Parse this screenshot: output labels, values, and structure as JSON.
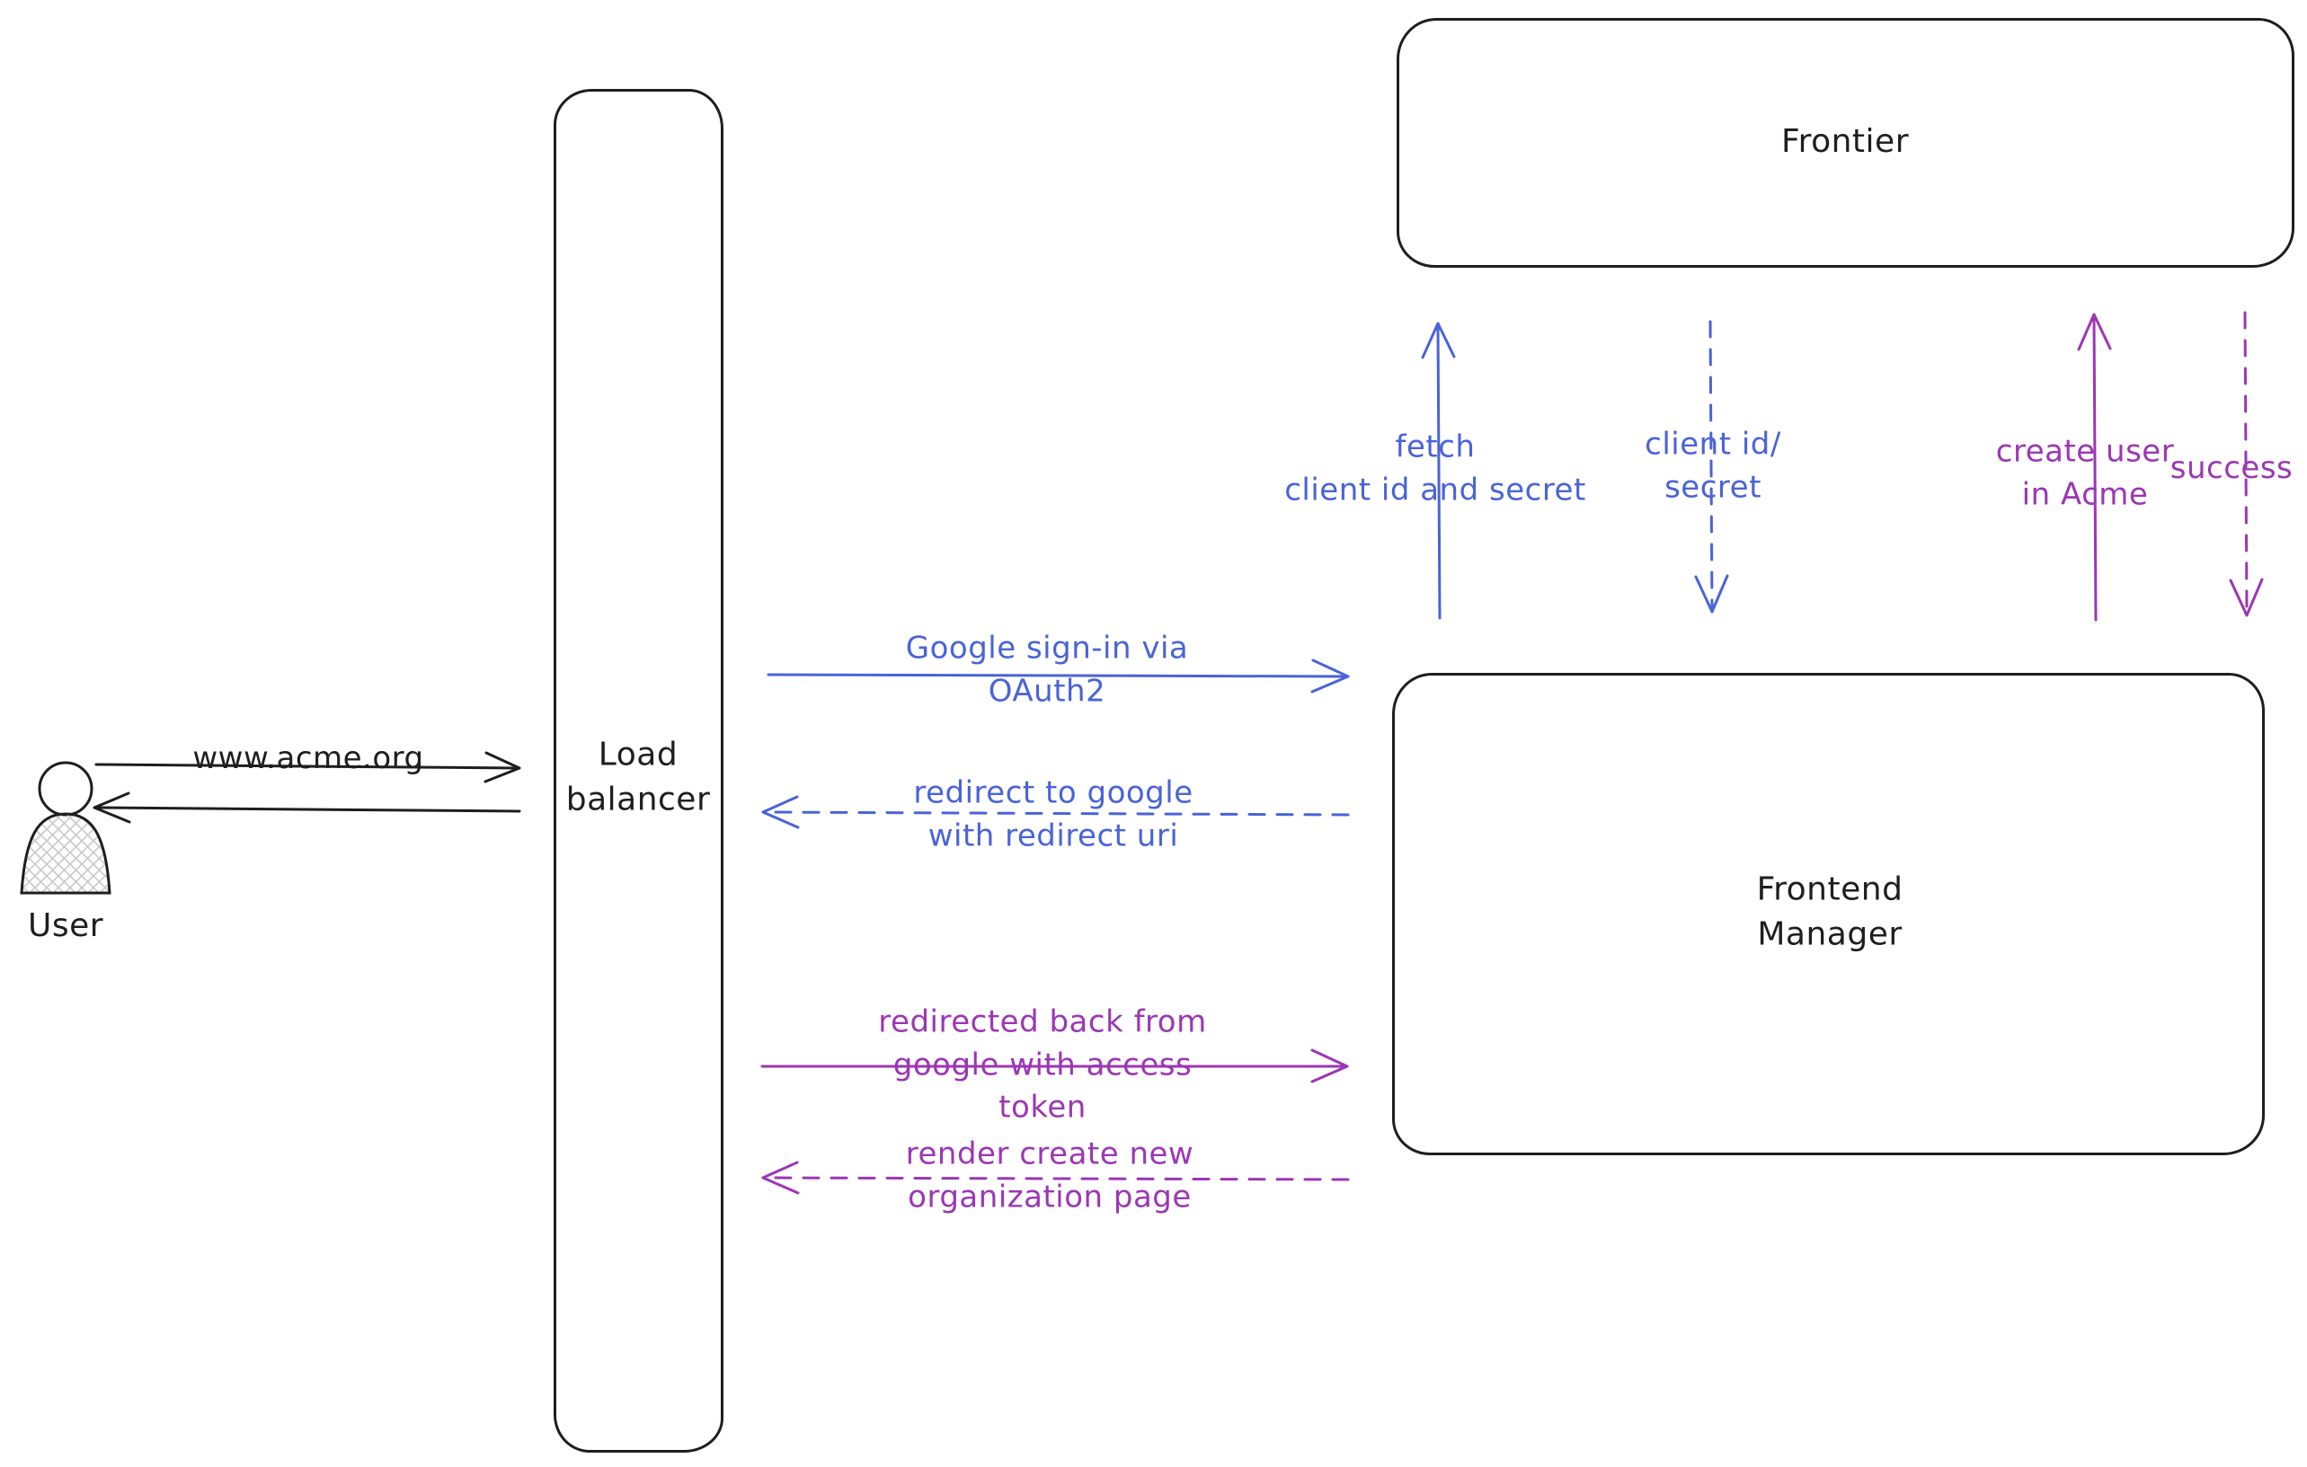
{
  "colors": {
    "ink": "#1e1e1e",
    "blue": "#4a63d8",
    "purple": "#9c36b5",
    "hatch": "#c9c9c9",
    "background": "#ffffff"
  },
  "nodes": {
    "user": {
      "label": "User"
    },
    "load_balancer": {
      "lines": [
        "Load",
        "balancer"
      ]
    },
    "frontier": {
      "label": "Frontier"
    },
    "frontend_manager": {
      "lines": [
        "Frontend",
        "Manager"
      ]
    }
  },
  "edges": {
    "www_acme": {
      "lines": [
        "www.acme.org"
      ],
      "style": "solid",
      "color": "ink",
      "from": "user",
      "to": "load_balancer"
    },
    "response_to_user": {
      "lines": [],
      "style": "solid",
      "color": "ink",
      "from": "load_balancer",
      "to": "user"
    },
    "google_signin": {
      "lines": [
        "Google sign-in via",
        "OAuth2"
      ],
      "style": "solid",
      "color": "blue",
      "from": "load_balancer",
      "to": "frontend_manager"
    },
    "redirect_google": {
      "lines": [
        "redirect to google",
        "with redirect uri"
      ],
      "style": "dashed",
      "color": "blue",
      "from": "frontend_manager",
      "to": "load_balancer"
    },
    "redirected_back": {
      "lines": [
        "redirected back from",
        "google with access",
        "token"
      ],
      "style": "solid",
      "color": "purple",
      "from": "load_balancer",
      "to": "frontend_manager"
    },
    "render_page": {
      "lines": [
        "render create new",
        "organization page"
      ],
      "style": "dashed",
      "color": "purple",
      "from": "frontend_manager",
      "to": "load_balancer"
    },
    "fetch_secret": {
      "lines": [
        "fetch",
        "client id and secret"
      ],
      "style": "solid",
      "color": "blue",
      "from": "frontend_manager",
      "to": "frontier"
    },
    "client_id_secret": {
      "lines": [
        "client id/",
        "secret"
      ],
      "style": "dashed",
      "color": "blue",
      "from": "frontier",
      "to": "frontend_manager"
    },
    "create_user": {
      "lines": [
        "create user",
        "in Acme"
      ],
      "style": "solid",
      "color": "purple",
      "from": "frontend_manager",
      "to": "frontier"
    },
    "success": {
      "lines": [
        "success"
      ],
      "style": "dashed",
      "color": "purple",
      "from": "frontier",
      "to": "frontend_manager"
    }
  }
}
